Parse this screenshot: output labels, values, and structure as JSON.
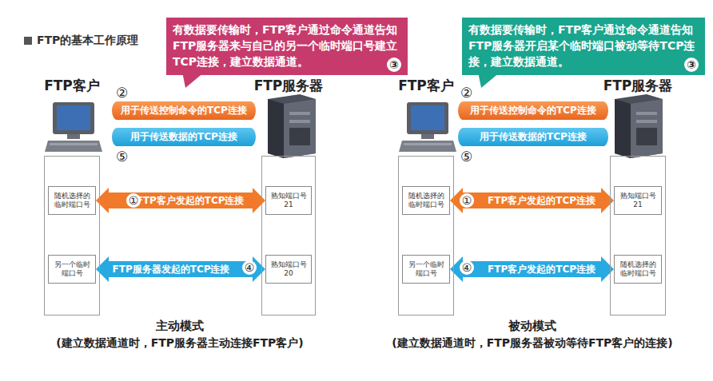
{
  "diagram": {
    "title": "FTP的基本工作原理",
    "nodes": [
      {
        "text": [
          "有数据要传输时，FTP客户通过命令通道告知FTP服务器来与自己的另一个临时端口号建立TCP连接，建立数据通道。",
          "③"
        ]
      },
      {
        "text": [
          "FTP客户"
        ]
      },
      {
        "text": [
          "随机选择的临时端口号"
        ],
        "in": 1
      },
      {
        "text": [
          "另一个临时端口号"
        ],
        "in": 1
      },
      {
        "text": [
          "FTP服务器"
        ]
      },
      {
        "text": [
          "熟知端口号 21"
        ],
        "in": 4
      },
      {
        "text": [
          "熟知端口号 20"
        ],
        "in": 4
      },
      {
        "text": [
          "用于传送控制命令的TCP连接"
        ]
      },
      {
        "text": [
          "用于传送数据的TCP连接"
        ]
      },
      {
        "text": [
          "有数据要传输时，FTP客户通过命令通道告知FTP服务器开启某个临时端口被动等待TCP连接，建立数据通道。",
          "③"
        ]
      },
      {
        "text": [
          "FTP客户"
        ]
      },
      {
        "text": [
          "随机选择的临时端口号"
        ],
        "in": 10
      },
      {
        "text": [
          "另一个临时端口号"
        ],
        "in": 10
      },
      {
        "text": [
          "FTP服务器"
        ]
      },
      {
        "text": [
          "熟知端口号 21"
        ],
        "in": 13
      },
      {
        "text": [
          "随机选择的临时端口号"
        ],
        "in": 13
      },
      {
        "text": [
          "用于传送控制命令的TCP连接"
        ]
      },
      {
        "text": [
          "用于传送数据的TCP连接"
        ]
      }
    ],
    "edges": [
      {
        "from": 2,
        "to": 5,
        "arrow": "both",
        "label": "FTP客户发起的TCP连接"
      },
      {
        "from": 3,
        "to": 6,
        "arrow": "both",
        "label": "FTP服务器发起的TCP连接"
      },
      {
        "from": 11,
        "to": 14,
        "arrow": "both",
        "label": "FTP客户发起的TCP连接"
      },
      {
        "from": 12,
        "to": 15,
        "arrow": "both",
        "label": "FTP客户发起的TCP连接"
      }
    ],
    "labels": [
      "②",
      "⑤",
      "①",
      "④",
      "主动模式",
      "(建立数据通道时，FTP服务器主动连接FTP客户)",
      "②",
      "⑤",
      "①",
      "④",
      "被动模式",
      "(建立数据通道时，FTP服务器被动等待FTP客户的连接)"
    ]
  }
}
